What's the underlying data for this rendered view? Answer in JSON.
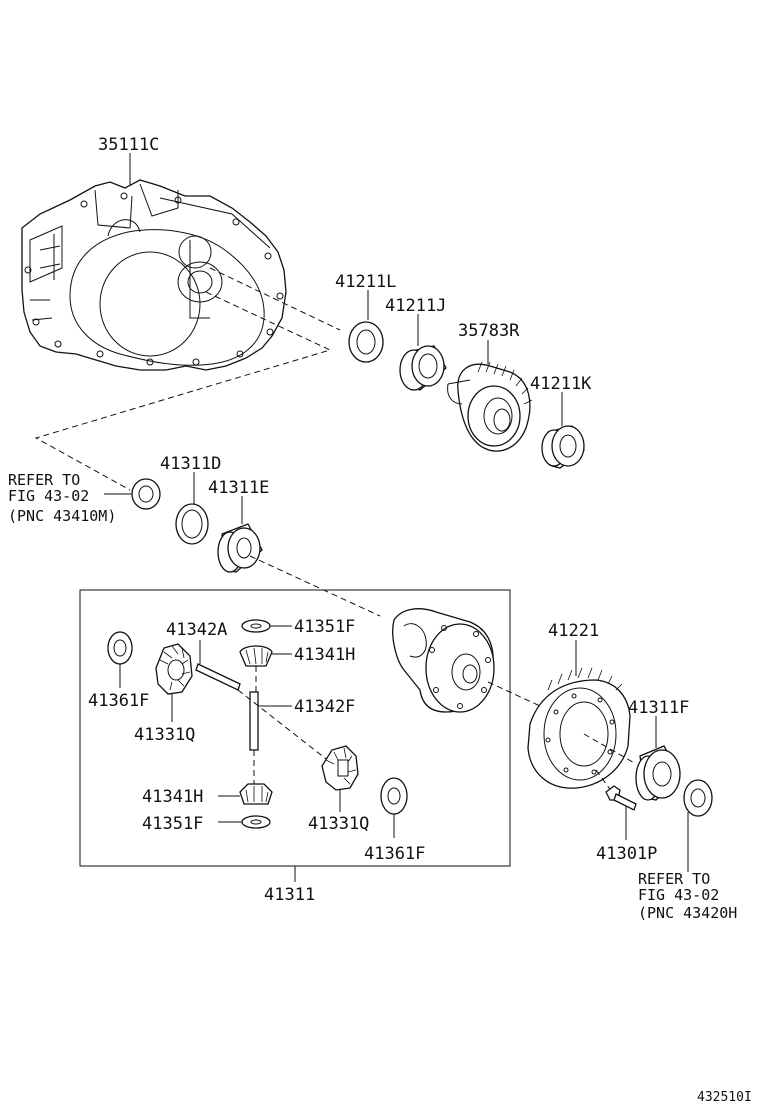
{
  "labels": {
    "case": "35111C",
    "oil_seal_l": "41211L",
    "bearing_j": "41211J",
    "driven_gear": "35783R",
    "bearing_k": "41211K",
    "shim_d": "41311D",
    "bearing_e": "41311E",
    "pinion_shaft_a": "41342A",
    "washer_f_top": "41351F",
    "pinion_h_top": "41341H",
    "shaft_f": "41342F",
    "washer_361f_left": "41361F",
    "side_gear_left": "41331Q",
    "pinion_h_bottom": "41341H",
    "washer_f_bottom": "41351F",
    "side_gear_right": "41331Q",
    "washer_361f_right": "41361F",
    "ring_gear": "41221",
    "bearing_f": "41311F",
    "bolt": "41301P",
    "assembly": "41311",
    "ref_left": [
      "REFER TO",
      "FIG 43-02",
      "(PNC 43410M)"
    ],
    "ref_right": [
      "REFER TO",
      "FIG 43-02",
      "(PNC 43420H"
    ],
    "figure_id": "432510I"
  }
}
